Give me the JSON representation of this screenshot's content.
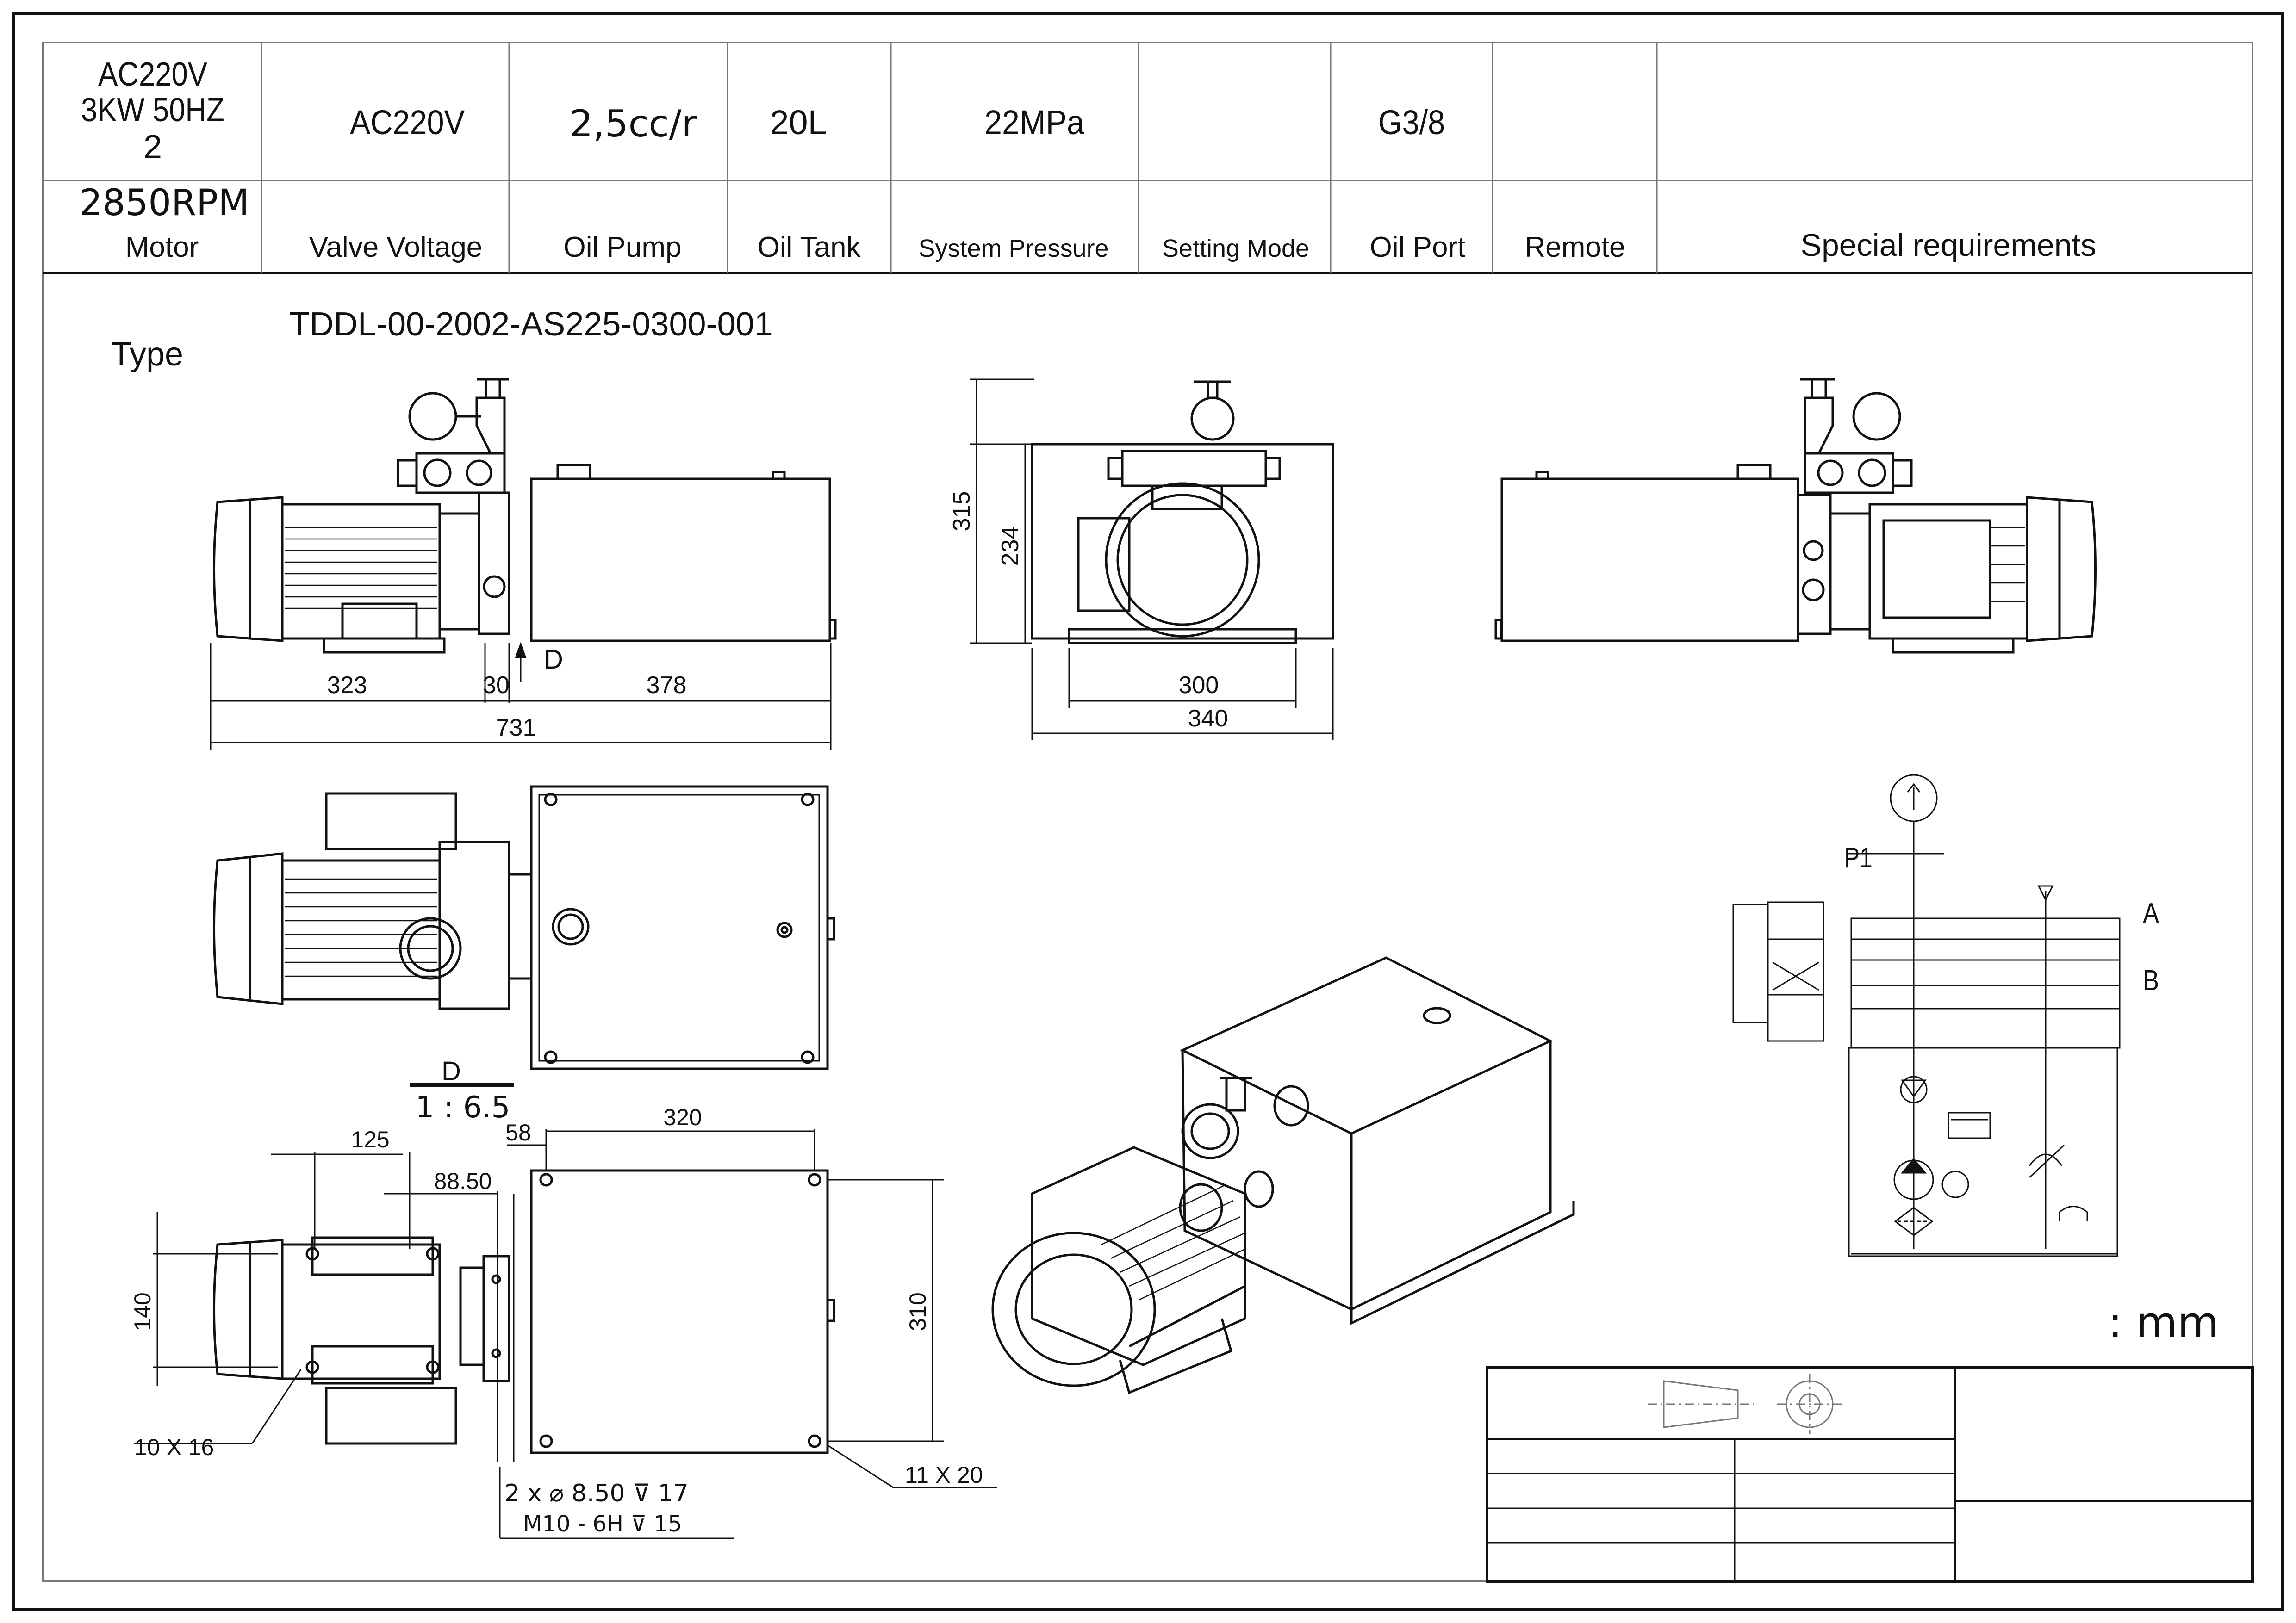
{
  "spec_table": {
    "values": {
      "motor": [
        "AC220V",
        "3KW 50HZ",
        "2"
      ],
      "motor_rpm": "2850RPM",
      "valve_voltage": "AC220V",
      "oil_pump": "2,5cc/r",
      "oil_tank": "20L",
      "system_pressure": "22MPa",
      "setting_mode": "",
      "oil_port": "G3/8",
      "remote": "",
      "special_requirements": ""
    },
    "headers": {
      "motor": "Motor",
      "valve_voltage": "Valve Voltage",
      "oil_pump": "Oil Pump",
      "oil_tank": "Oil Tank",
      "system_pressure": "System Pressure",
      "setting_mode": "Setting Mode",
      "oil_port": "Oil Port",
      "remote": "Remote",
      "special_requirements": "Special requirements"
    }
  },
  "type": {
    "label": "Type",
    "model": "TDDL-00-2002-AS225-0300-001"
  },
  "front_view": {
    "dim_motor": "323",
    "dim_adapter": "30",
    "dim_tank": "378",
    "dim_total": "731",
    "detail_mark": "D"
  },
  "end_view": {
    "dim_height": "315",
    "dim_center": "234",
    "dim_mount": "300",
    "dim_base": "340"
  },
  "mount_view": {
    "detail_label": "D",
    "detail_scale": "1 : 6.5",
    "dim_125": "125",
    "dim_58": "58",
    "dim_320": "320",
    "dim_8850": "88.50",
    "dim_140": "140",
    "dim_310": "310",
    "slot_motor": "10 X 16",
    "slot_tank": "11 X 20",
    "hole_note_1": "2 x ⌀ 8.50 ⊽ 17",
    "hole_note_2": "M10 - 6H ⊽ 15"
  },
  "schematic": {
    "p1": "P1",
    "port_a": "A",
    "port_b": "B"
  },
  "units": ": mm"
}
